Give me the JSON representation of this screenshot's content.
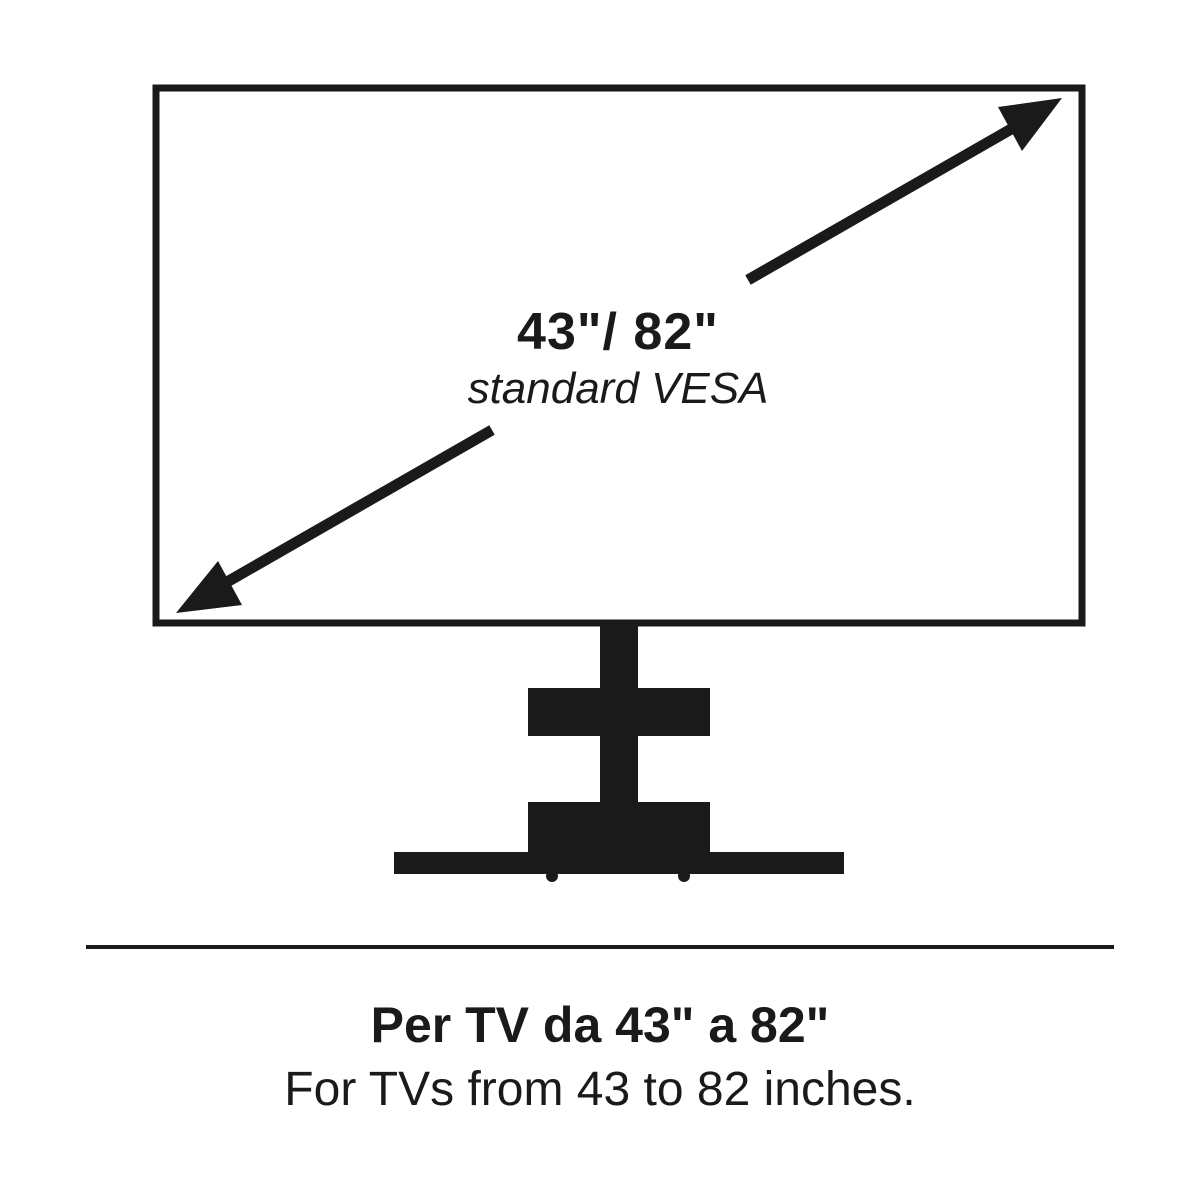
{
  "diagram": {
    "size_label": "43\"/ 82\"",
    "vesa_label": "standard VESA"
  },
  "caption": {
    "italian": "Per TV da 43\" a 82\"",
    "english": "For TVs from 43 to 82 inches."
  },
  "colors": {
    "ink": "#1a1a1a",
    "background": "#ffffff"
  }
}
